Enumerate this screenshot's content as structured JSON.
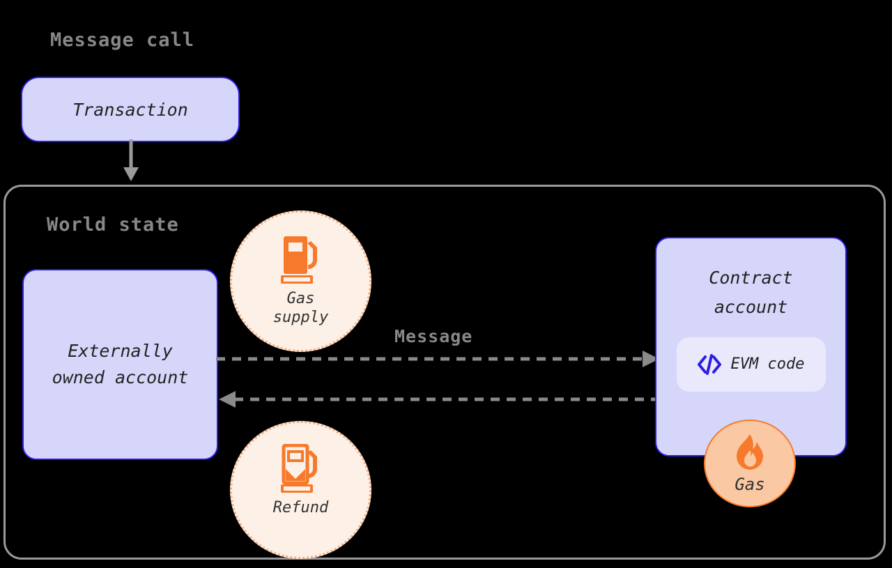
{
  "diagram": {
    "title": "Message call",
    "background_color": "#000000",
    "accent_blue": "#2c1ee0",
    "node_fill": "#d6d6fb",
    "accent_orange": "#f7792b",
    "circle_fill": "#fdf0e7",
    "gray": "#888888"
  },
  "titles": {
    "message_call": "Message call",
    "world_state": "World state"
  },
  "nodes": {
    "transaction": {
      "label": "Transaction"
    },
    "eoa": {
      "label": "Externally\nowned account",
      "line1": "Externally",
      "line2": "owned account"
    },
    "contract": {
      "line1": "Contract",
      "line2": "account",
      "evm_chip": {
        "label": "EVM code",
        "icon": "code-icon"
      }
    }
  },
  "badges": {
    "gas_supply": {
      "label": "Gas\nsupply",
      "icon": "gas-pump-icon"
    },
    "refund": {
      "label": "Refund",
      "icon": "gas-pump-low-icon"
    },
    "gas": {
      "label": "Gas",
      "icon": "flame-icon"
    }
  },
  "edges": {
    "transaction_to_world_state": {
      "style": "solid",
      "direction": "down",
      "label": ""
    },
    "message_out": {
      "style": "dashed",
      "direction": "right",
      "label": "Message"
    },
    "message_back": {
      "style": "dashed",
      "direction": "left",
      "label": ""
    }
  }
}
